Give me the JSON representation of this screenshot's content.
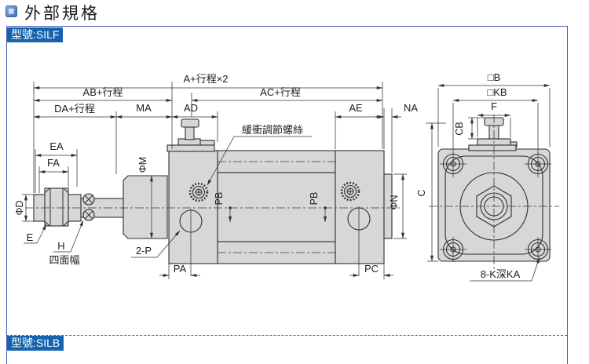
{
  "page": {
    "title": "外部規格"
  },
  "sections": [
    {
      "model_label": "型號:SILF"
    },
    {
      "model_label": "型號:SILB"
    }
  ],
  "drawing": {
    "dim_labels": {
      "a": "A+行程×2",
      "ab": "AB+行程",
      "ac": "AC+行程",
      "da": "DA+行程",
      "ma": "MA",
      "ad": "AD",
      "ae": "AE",
      "na": "NA",
      "ea": "EA",
      "fa": "FA",
      "phi_d": "ΦD",
      "phi_m": "ΦM",
      "phi_n": "ΦN",
      "pb": "PB",
      "pa": "PA",
      "pc": "PC",
      "c": "C",
      "cb": "CB",
      "f": "F",
      "b": "□B",
      "kb": "□KB",
      "two_p": "2-P",
      "eight_k": "8-K深KA",
      "e": "E",
      "h": "H"
    },
    "notes": {
      "cushion": "緩衝調節螺絲",
      "four_side": "四面幅"
    }
  }
}
